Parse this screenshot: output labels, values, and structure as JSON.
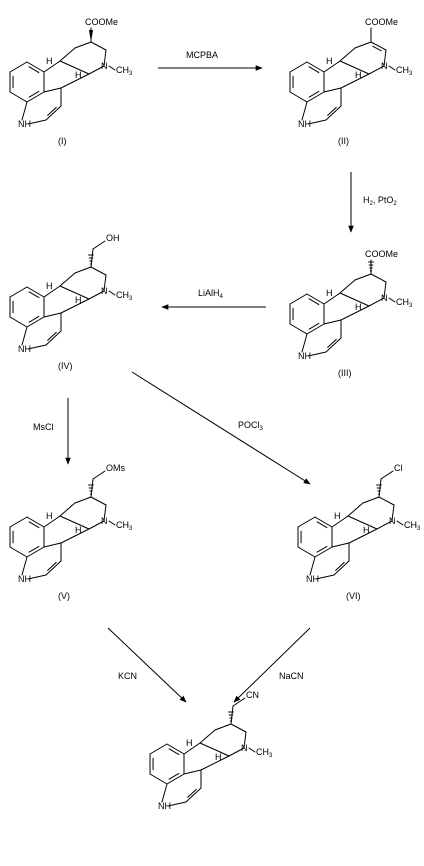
{
  "compounds": [
    {
      "id": "I",
      "caption": "(I)",
      "substituent": "COOMe",
      "stereo": "wedge",
      "ring_c_double_bond": false
    },
    {
      "id": "II",
      "caption": "(II)",
      "substituent": "COOMe",
      "stereo": "none",
      "ring_c_double_bond": true
    },
    {
      "id": "III",
      "caption": "(III)",
      "substituent": "COOMe",
      "stereo": "hash",
      "ring_c_double_bond": false
    },
    {
      "id": "IV",
      "caption": "(IV)",
      "substituent": "OH",
      "stereo": "hash",
      "ring_c_double_bond": false
    },
    {
      "id": "V",
      "caption": "(V)",
      "substituent": "OMs",
      "stereo": "hash",
      "ring_c_double_bond": false
    },
    {
      "id": "VI",
      "caption": "(VI)",
      "substituent": "Cl",
      "stereo": "hash",
      "ring_c_double_bond": false
    },
    {
      "id": "VII",
      "caption": "",
      "substituent": "CN",
      "stereo": "hash",
      "ring_c_double_bond": false
    }
  ],
  "atom_labels": {
    "nh": "NH",
    "n": "N",
    "methyl": "CH",
    "methyl_sub": "3",
    "h": "H"
  },
  "reagents": {
    "mcpba": "MCPBA",
    "h2": "H",
    "h2_sub": "2",
    "pto2": ", PtO",
    "pto2_sub": "2",
    "lialh4": "LiAlH",
    "lialh4_sub": "4",
    "mscl": "MsCl",
    "pocl3": "POCl",
    "pocl3_sub": "3",
    "kcn": "KCN",
    "nacn": "NaCN"
  }
}
